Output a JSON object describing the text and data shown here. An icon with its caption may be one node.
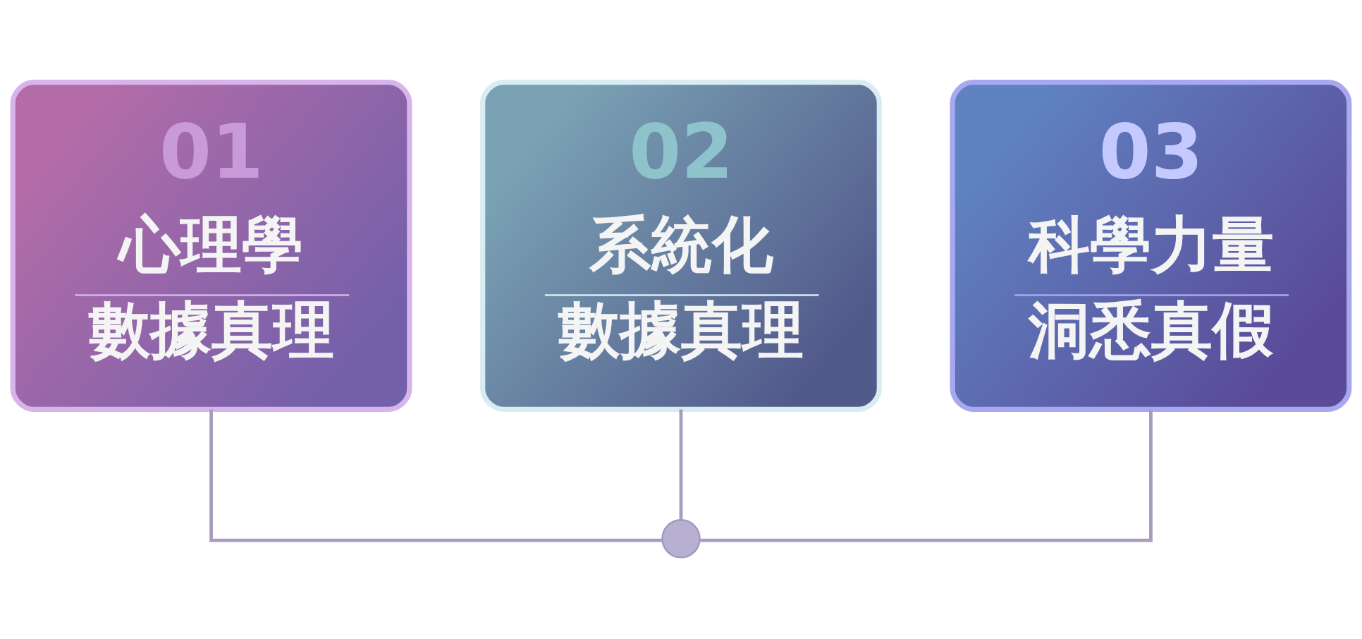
{
  "diagram": {
    "nodes": [
      {
        "text": [
          "01",
          "心理學",
          "數據真理"
        ]
      },
      {
        "text": [
          "02",
          "系統化",
          "數據真理"
        ]
      },
      {
        "text": [
          "03",
          "科學力量",
          "洞悉真假"
        ]
      },
      {
        "text": [],
        "shape": "circle"
      }
    ],
    "edges": [
      {
        "from": 0,
        "to": 3,
        "arrow": "none"
      },
      {
        "from": 1,
        "to": 3,
        "arrow": "none"
      },
      {
        "from": 2,
        "to": 3,
        "arrow": "none"
      }
    ]
  }
}
